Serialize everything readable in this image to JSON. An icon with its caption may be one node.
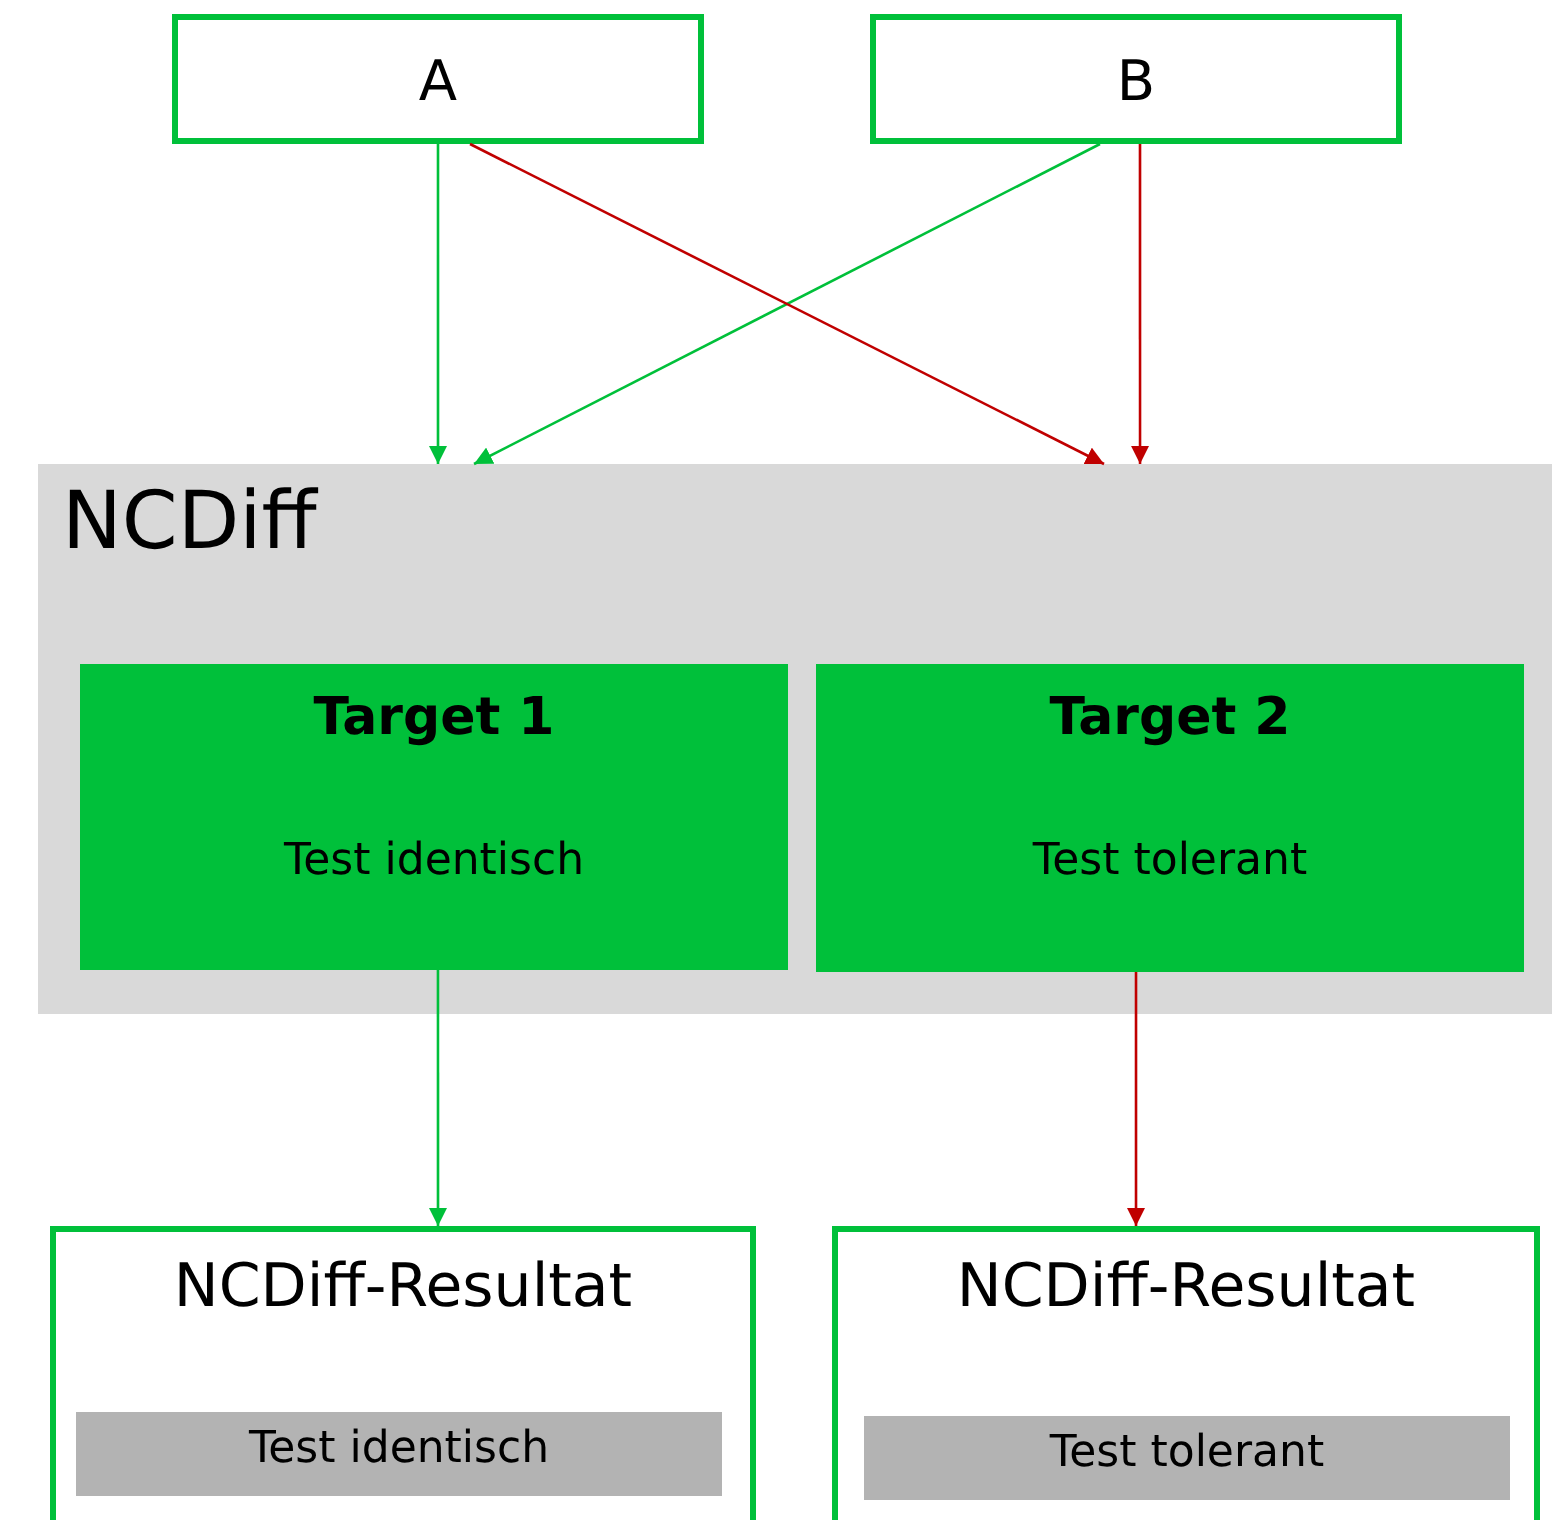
{
  "diagram": {
    "nodes": [
      {
        "text": [
          "A"
        ]
      },
      {
        "text": [
          "B"
        ]
      },
      {
        "text": [
          "NCDiff"
        ]
      },
      {
        "text": [
          "Target 1",
          "Test identisch"
        ],
        "in": 2
      },
      {
        "text": [
          "Target 2",
          "Test tolerant"
        ],
        "in": 2
      },
      {
        "text": [
          "NCDiff-Resultat"
        ]
      },
      {
        "text": [
          "Test identisch"
        ],
        "in": 5
      },
      {
        "text": [
          "NCDiff-Resultat"
        ]
      },
      {
        "text": [
          "Test tolerant"
        ],
        "in": 7
      }
    ],
    "edges": [
      {
        "from": 0,
        "to": 2,
        "arrow": "to",
        "color": "#00c03a"
      },
      {
        "from": 1,
        "to": 2,
        "arrow": "to",
        "color": "#00c03a"
      },
      {
        "from": 0,
        "to": 2,
        "arrow": "to",
        "color": "#c00000"
      },
      {
        "from": 1,
        "to": 2,
        "arrow": "to",
        "color": "#c00000"
      },
      {
        "from": 3,
        "to": 5,
        "arrow": "to",
        "color": "#00c03a"
      },
      {
        "from": 4,
        "to": 7,
        "arrow": "to",
        "color": "#c00000"
      }
    ]
  }
}
